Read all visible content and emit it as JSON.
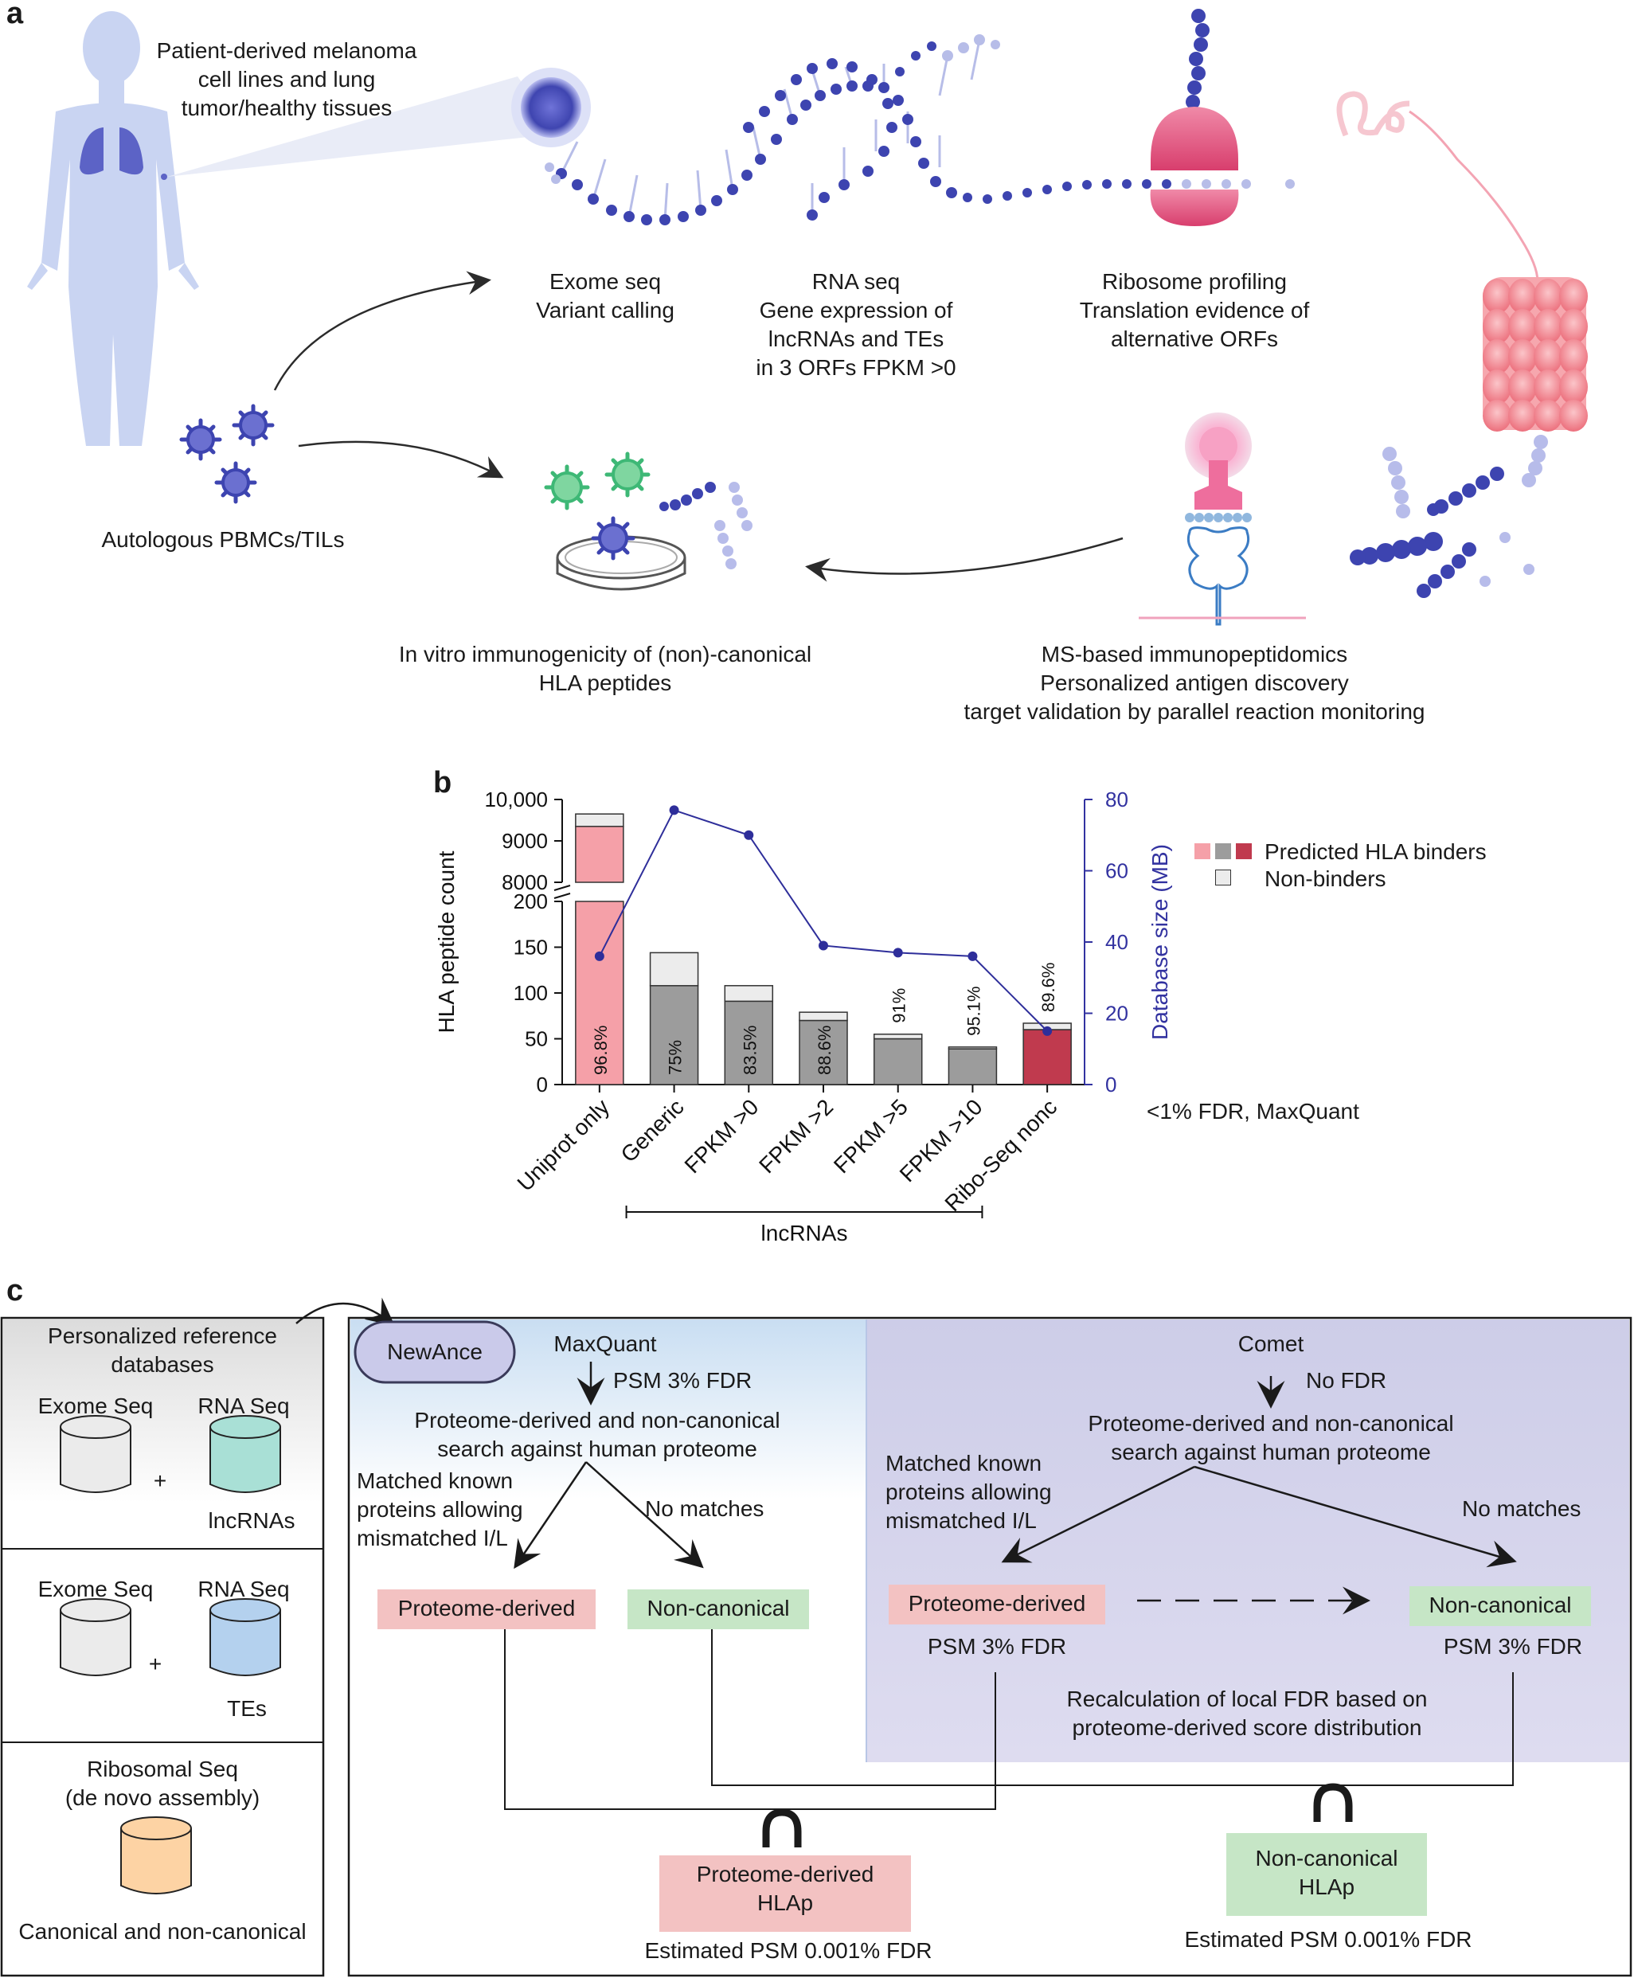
{
  "panel_a": {
    "letter": "a",
    "patient_text": [
      "Patient-derived melanoma",
      "cell lines and lung",
      "tumor/healthy tissues"
    ],
    "exome": [
      "Exome seq",
      "Variant calling"
    ],
    "rna": [
      "RNA seq",
      "Gene expression of",
      "lncRNAs and TEs",
      "in 3 ORFs FPKM >0"
    ],
    "ribo": [
      "Ribosome profiling",
      "Translation evidence of",
      "alternative ORFs"
    ],
    "pbmc": "Autologous PBMCs/TILs",
    "invitro": [
      "In vitro immunogenicity of (non)-canonical",
      "HLA peptides"
    ],
    "ms": [
      "MS-based immunopeptidomics",
      "Personalized antigen discovery",
      "target validation by parallel reaction monitoring"
    ]
  },
  "panel_b": {
    "letter": "b",
    "note": "<1% FDR, MaxQuant",
    "group_label": "lncRNAs",
    "legend": {
      "binders": "Predicted HLA binders",
      "nonbinders": "Non-binders"
    }
  },
  "chart_data": {
    "type": "bar",
    "ylabel": "HLA peptide count",
    "y2label": "Database size (MB)",
    "categories": [
      "Uniprot only",
      "Generic",
      "FPKM >0",
      "FPKM >2",
      "FPKM >5",
      "FPKM >10",
      "Ribo-Seq nonc"
    ],
    "series": [
      {
        "name": "Predicted HLA binders",
        "values": [
          9350,
          108,
          91,
          70,
          50,
          39,
          60
        ]
      },
      {
        "name": "Non-binders",
        "values": [
          300,
          36,
          17,
          9,
          5,
          2,
          7
        ]
      }
    ],
    "line": {
      "axis": "right",
      "values": [
        36,
        77,
        70,
        39,
        37,
        36,
        15
      ]
    },
    "percent_labels": [
      "96.8%",
      "75%",
      "83.5%",
      "88.6%",
      "91%",
      "95.1%",
      "89.6%"
    ],
    "y_lower_ticks": [
      "0",
      "50",
      "100",
      "150",
      "200"
    ],
    "y_upper_ticks": [
      "8000",
      "9000",
      "10,000"
    ],
    "y2_ticks": [
      "0",
      "20",
      "40",
      "60",
      "80"
    ],
    "ylim_lower": [
      0,
      200
    ],
    "ylim_upper": [
      8000,
      10000
    ],
    "y2lim": [
      0,
      80
    ],
    "colors": {
      "canonical": "#f5a0a8",
      "lnc": "#9c9c9c",
      "ribo": "#c03a4e",
      "nonbinder": "#ececec",
      "line": "#2e2e9a"
    }
  },
  "panel_c": {
    "letter": "c",
    "db_title": [
      "Personalized reference",
      "databases"
    ],
    "db1": {
      "left": "Exome Seq",
      "right": "RNA Seq",
      "plus": "+",
      "sub": "lncRNAs"
    },
    "db2": {
      "left": "Exome Seq",
      "right": "RNA Seq",
      "plus": "+",
      "sub": "TEs"
    },
    "db3": {
      "title": [
        "Ribosomal Seq",
        "(de novo assembly)"
      ],
      "sub": "Canonical and non-canonical"
    },
    "newance": "NewAnce",
    "left": {
      "engine": "MaxQuant",
      "fdr": "PSM 3% FDR",
      "search": [
        "Proteome-derived and non-canonical",
        "search against human proteome"
      ],
      "matched": [
        "Matched known",
        "proteins allowing",
        "mismatched I/L"
      ],
      "nomatch": "No matches",
      "prot": "Proteome-derived",
      "nonc": "Non-canonical"
    },
    "right": {
      "engine": "Comet",
      "fdr": "No FDR",
      "search": [
        "Proteome-derived and non-canonical",
        "search against human proteome"
      ],
      "matched": [
        "Matched known",
        "proteins allowing",
        "mismatched I/L"
      ],
      "nomatch": "No matches",
      "prot": "Proteome-derived",
      "nonc": "Non-canonical",
      "prot_fdr": "PSM 3% FDR",
      "nonc_fdr": "PSM 3% FDR",
      "recalc": [
        "Recalculation of local FDR based on",
        "proteome-derived score distribution"
      ]
    },
    "out_prot": {
      "label": [
        "Proteome-derived",
        "HLAp"
      ],
      "fdr": "Estimated PSM 0.001% FDR"
    },
    "out_nonc": {
      "label": [
        "Non-canonical",
        "HLAp"
      ],
      "fdr": "Estimated PSM 0.001% FDR"
    }
  }
}
